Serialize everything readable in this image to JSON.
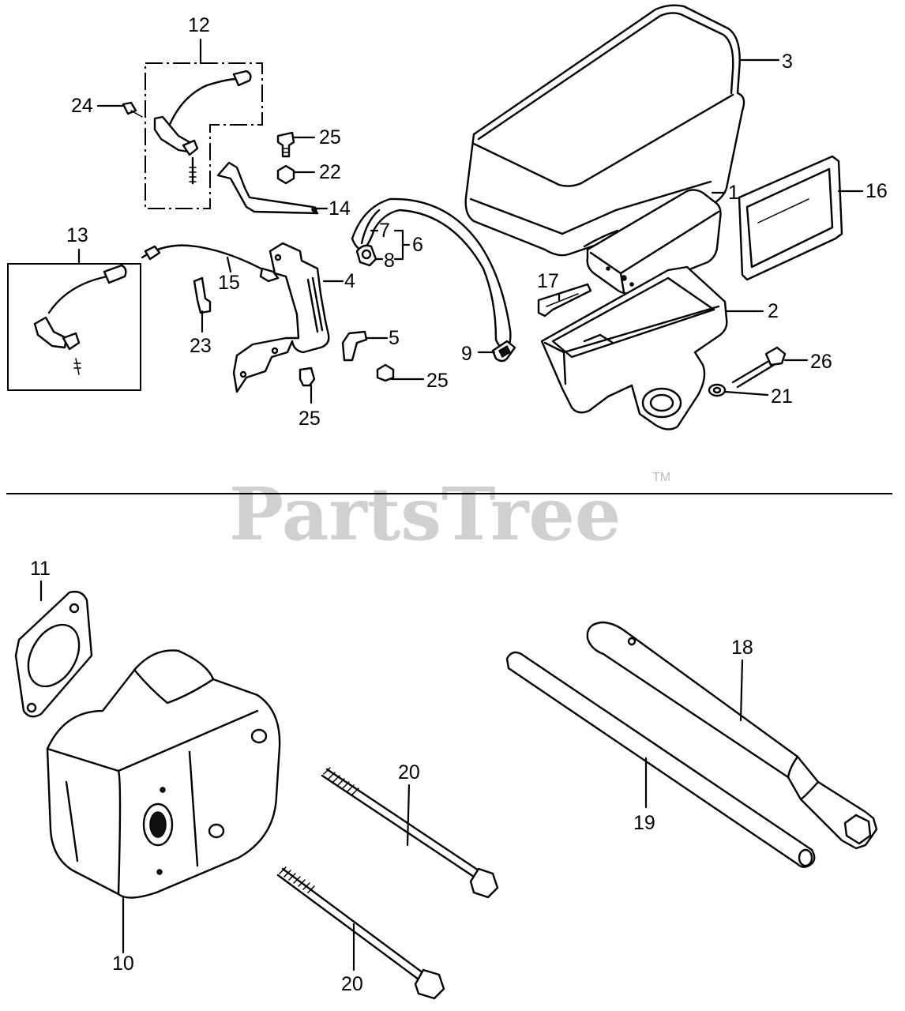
{
  "watermark": {
    "text": "PartsTree",
    "trademark": "TM"
  },
  "labels": {
    "l1": "1",
    "l2": "2",
    "l3": "3",
    "l4": "4",
    "l5": "5",
    "l6": "6",
    "l7": "7",
    "l8": "8",
    "l9": "9",
    "l10": "10",
    "l11": "11",
    "l12": "12",
    "l13": "13",
    "l14": "14",
    "l15": "15",
    "l16": "16",
    "l17": "17",
    "l18": "18",
    "l19": "19",
    "l20a": "20",
    "l20b": "20",
    "l21": "21",
    "l22": "22",
    "l23": "23",
    "l24": "24",
    "l25a": "25",
    "l25b": "25",
    "l25c": "25",
    "l26": "26"
  }
}
